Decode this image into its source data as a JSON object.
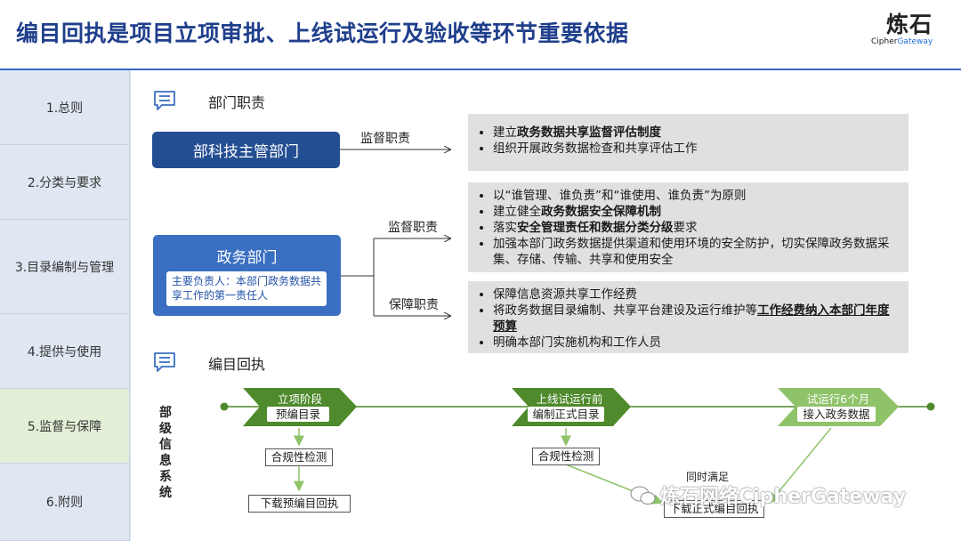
{
  "header": {
    "title": "编目回执是项目立项审批、上线试运行及验收等环节重要依据",
    "logo_cn": "炼石",
    "logo_en_a": "Cipher",
    "logo_en_b": "Gateway"
  },
  "sidebar": {
    "items": [
      {
        "label": "1.总则"
      },
      {
        "label": "2.分类与要求"
      },
      {
        "label": "3.目录编制与管理"
      },
      {
        "label": "4.提供与使用"
      },
      {
        "label": "5.监督与保障",
        "active": true
      },
      {
        "label": "6.附则"
      }
    ]
  },
  "section1": {
    "title": "部门职责",
    "dept1": "部科技主管部门",
    "dept1_duty": "监督职责",
    "dept1_items": [
      {
        "pre": "建立",
        "bold": "政务数据共享监督评估制度",
        "post": ""
      },
      {
        "pre": "组织开展政务数据检查和共享评估工作",
        "bold": "",
        "post": ""
      }
    ],
    "dept2": "政务部门",
    "dept2_sub": "主要负责人：本部门政务数据共享工作的第一责任人",
    "dept2_duty_a": "监督职责",
    "dept2_items_a": [
      {
        "pre": "以“谁管理、谁负责”和“谁使用、谁负责”为原则",
        "bold": "",
        "post": ""
      },
      {
        "pre": "建立健全",
        "bold": "政务数据安全保障机制",
        "post": ""
      },
      {
        "pre": "落实",
        "bold": "安全管理责任和数据分类分级",
        "post": "要求"
      },
      {
        "pre": "加强本部门政务数据提供渠道和使用环境的安全防护，切实保障政务数据采集、存储、传输、共享和使用安全",
        "bold": "",
        "post": ""
      }
    ],
    "dept2_duty_b": "保障职责",
    "dept2_items_b": [
      {
        "pre": "保障信息资源共享工作经费",
        "bold": "",
        "post": ""
      },
      {
        "pre": "将政务数据目录编制、共享平台建设及运行维护等",
        "bold": "工作经费纳入本部门年度预算",
        "post": ""
      },
      {
        "pre": "明确本部门实施机构和工作人员",
        "bold": "",
        "post": ""
      }
    ]
  },
  "section2": {
    "title": "编目回执",
    "vertical_label": "部级信息系统",
    "stages": [
      {
        "label": "立项阶段",
        "sub": "预编目录"
      },
      {
        "label": "上线试运行前",
        "sub": "编制正式目录"
      },
      {
        "label": "试运行6个月",
        "sub": "接入政务数据"
      }
    ],
    "check1": "合规性检测",
    "check2": "合规性检测",
    "download1": "下载预编目回执",
    "download2": "下载正式编目回执",
    "note": "同时满足"
  },
  "watermark": "炼石网络CipherGateway",
  "colors": {
    "title_blue": "#1f3f8c",
    "dept_dark": "#244e92",
    "dept_mid": "#3a6fc1",
    "chevron_green": "#4f8a2c",
    "chevron_light": "#8fc36a",
    "sidebar_bg": "#dfe7f2",
    "sidebar_active": "#e3f0d7"
  }
}
